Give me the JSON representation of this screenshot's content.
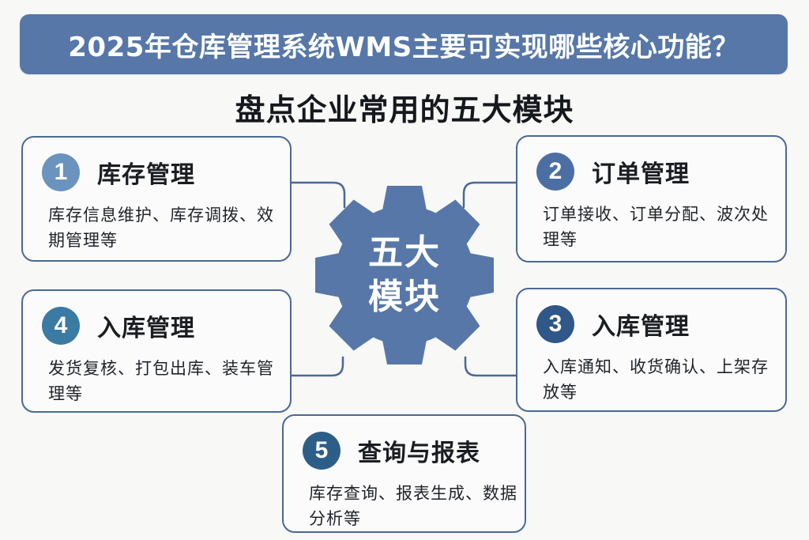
{
  "header": {
    "title": "2025年仓库管理系统WMS主要可实现哪些核心功能？",
    "subtitle": "盘点企业常用的五大模块"
  },
  "center": {
    "icon": "gear-icon",
    "line1": "五大",
    "line2": "模块",
    "color": "#5677a8"
  },
  "modules": [
    {
      "number": "1",
      "title": "库存管理",
      "description": "库存信息维护、库存调拨、效期管理等",
      "badge_color": "#6a93bd"
    },
    {
      "number": "2",
      "title": "订单管理",
      "description": "订单接收、订单分配、波次处理等",
      "badge_color": "#4b6ea3"
    },
    {
      "number": "3",
      "title": "入库管理",
      "description": "入库通知、收货确认、上架存放等",
      "badge_color": "#2f5787"
    },
    {
      "number": "4",
      "title": "入库管理",
      "description": "发货复核、打包出库、装车管理等",
      "badge_color": "#3b7aa3"
    },
    {
      "number": "5",
      "title": "查询与报表",
      "description": "库存查询、报表生成、数据分析等",
      "badge_color": "#2d5e88"
    }
  ],
  "colors": {
    "title_bar": "#5677a8",
    "card_border": "#4a6896",
    "connector": "#4a6896",
    "background": "#f8f8f7"
  }
}
